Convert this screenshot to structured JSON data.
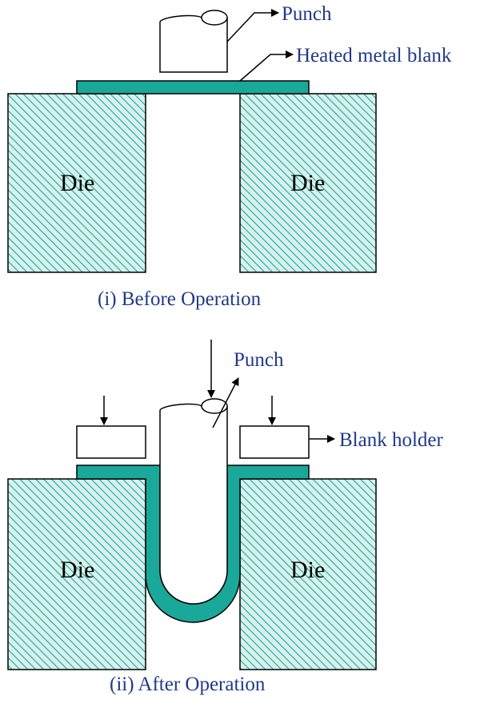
{
  "colors": {
    "blank_fill": "#1aa89a",
    "die_fill": "#d8f1ec",
    "die_hatch": "#1aa89a",
    "label_text": "#1f3a8a",
    "outline": "#000000"
  },
  "before": {
    "punch_label": "Punch",
    "blank_label": "Heated metal blank",
    "die_left_label": "Die",
    "die_right_label": "Die",
    "caption": "(i) Before Operation"
  },
  "after": {
    "punch_label": "Punch",
    "blank_holder_label": "Blank holder",
    "die_left_label": "Die",
    "die_right_label": "Die",
    "caption": "(ii) After Operation"
  }
}
